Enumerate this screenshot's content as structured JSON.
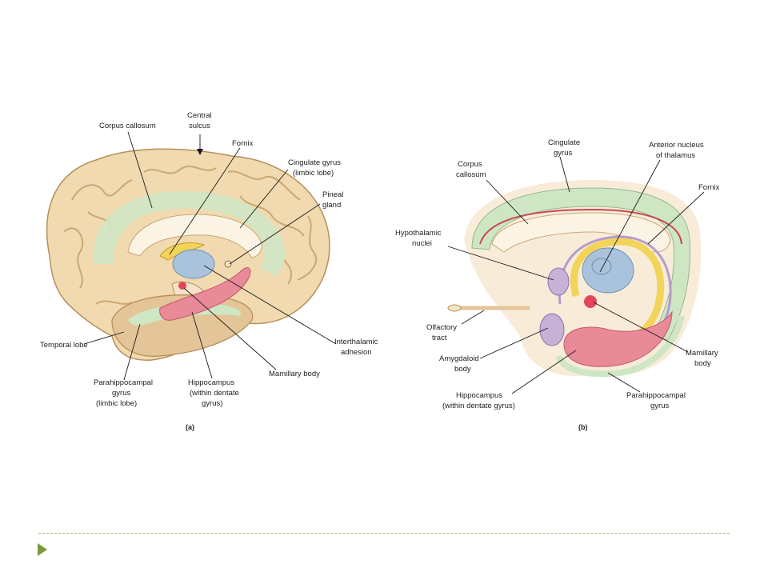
{
  "slide": {
    "accent": "#7a9a3a"
  },
  "figure_a": {
    "caption": "(a)",
    "labels": {
      "central_sulcus": [
        "Central",
        "sulcus"
      ],
      "corpus_callosum": "Corpus callosum",
      "fornix": "Fornix",
      "cingulate_gyrus": [
        "Cingulate gyrus",
        "(limbic lobe)"
      ],
      "pineal_gland": [
        "Pineal",
        "gland"
      ],
      "interthalamic_adhesion": [
        "Interthalamic",
        "adhesion"
      ],
      "mamillary_body": "Mamillary body",
      "hippocampus": [
        "Hippocampus",
        "(within dentate",
        "gyrus)"
      ],
      "parahippocampal_gyrus": [
        "Parahippocampal",
        "gyrus",
        "(limbic lobe)"
      ],
      "temporal_lobe": "Temporal lobe"
    }
  },
  "figure_b": {
    "caption": "(b)",
    "labels": {
      "cingulate_gyrus": [
        "Cingulate",
        "gyrus"
      ],
      "anterior_nucleus": [
        "Anterior nucleus",
        "of thalamus"
      ],
      "corpus_callosum": [
        "Corpus",
        "callosum"
      ],
      "fornix": "Fornix",
      "hypothalamic_nuclei": [
        "Hypothalamic",
        "nuclei"
      ],
      "olfactory_tract": [
        "Olfactory",
        "tract"
      ],
      "amygdaloid_body": [
        "Amygdaloid",
        "body"
      ],
      "mamillary_body": [
        "Mamillary",
        "body"
      ],
      "hippocampus": [
        "Hippocampus",
        "(within dentate gyrus)"
      ],
      "parahippocampal_gyrus": [
        "Parahippocampal",
        "gyrus"
      ]
    }
  },
  "colors": {
    "cortex": "#f1d9b0",
    "cortex_shadow": "#c9a874",
    "cingulate": "#cfe6c4",
    "corpus_callosum": "#fbf4e4",
    "fornix": "#f3d45a",
    "thalamus": "#a9c3dd",
    "hippocampus": "#e98a98",
    "amygdala": "#c7b1d6",
    "mamillary": "#e2465a"
  }
}
